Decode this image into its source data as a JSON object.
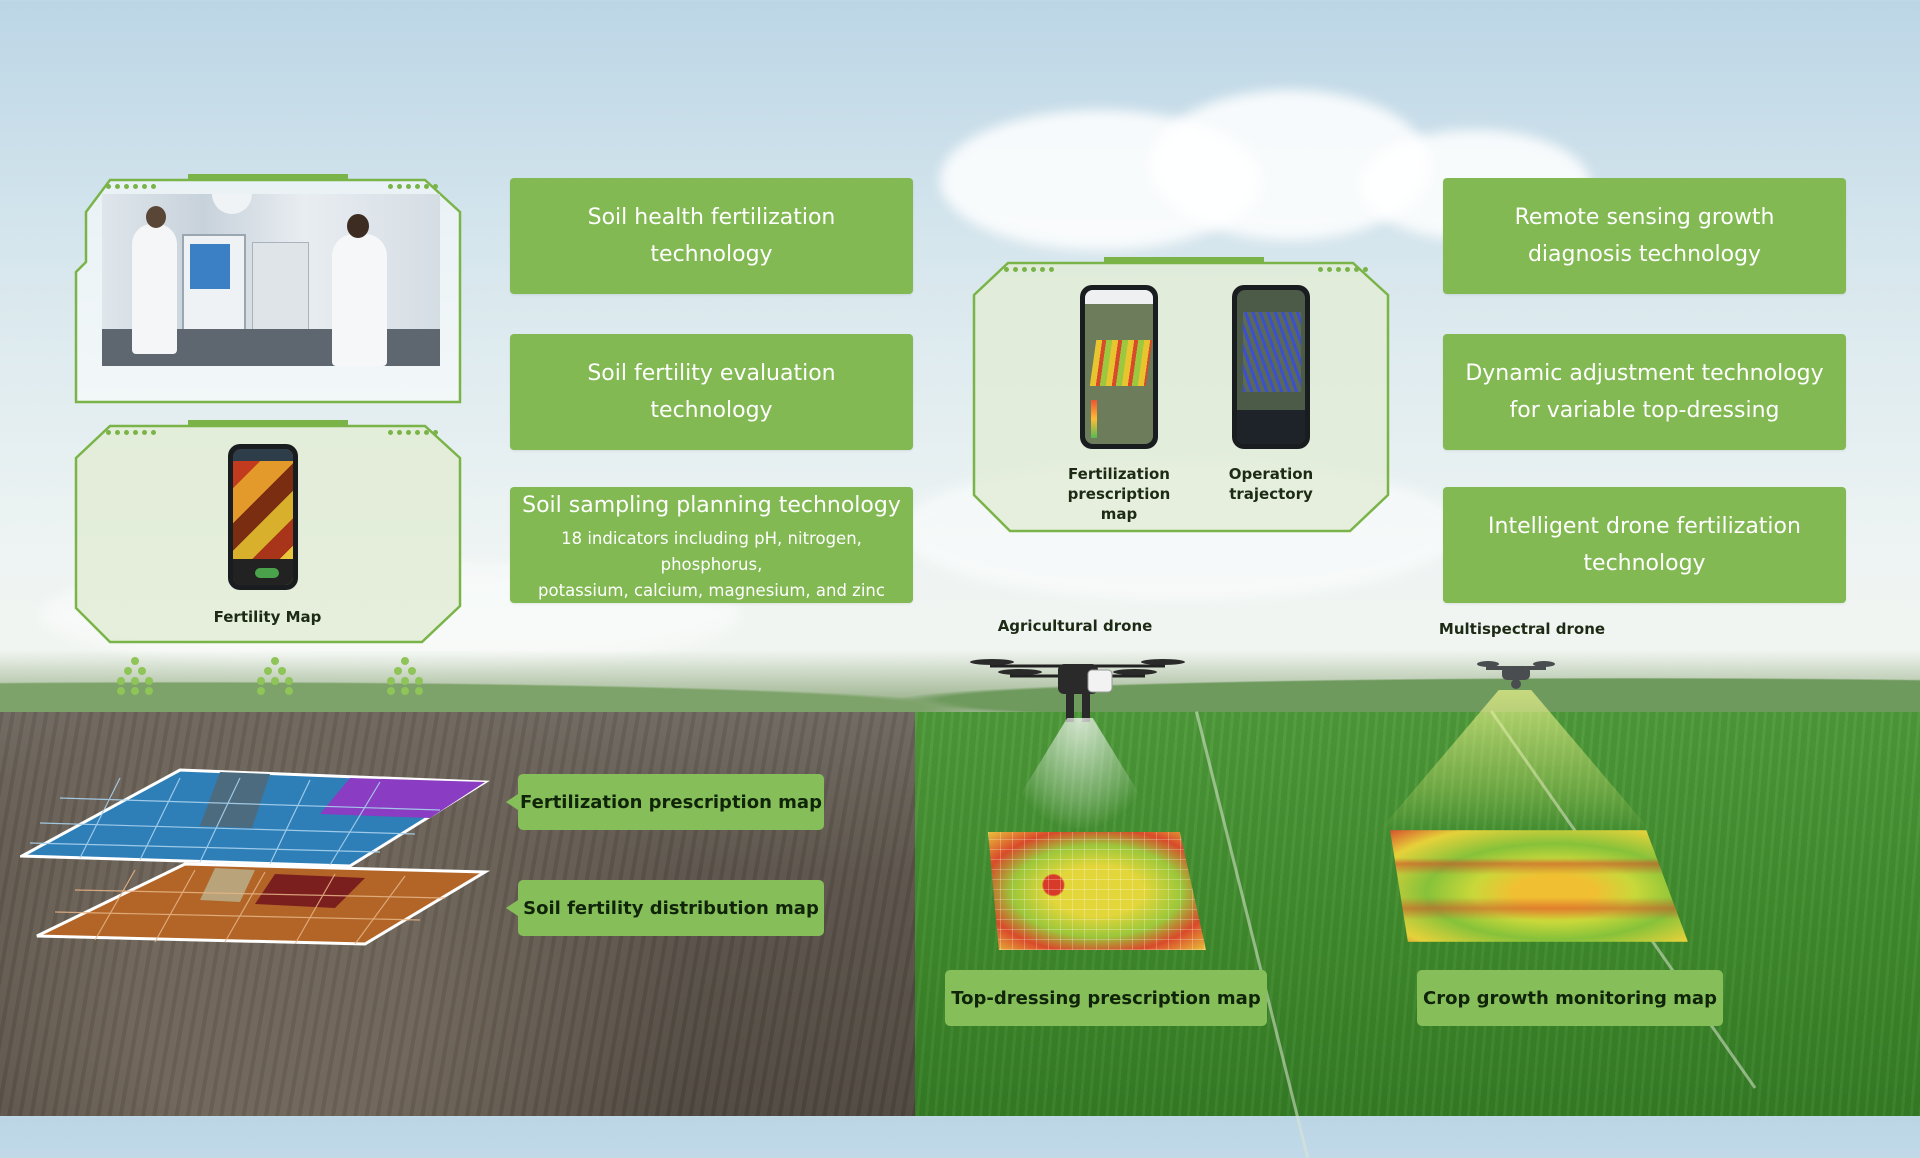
{
  "left_column": {
    "photo_alt": "lab",
    "fertility_map_label": "Fertility Map"
  },
  "middle_boxes": [
    {
      "title": "Soil health fertilization\ntechnology"
    },
    {
      "title": "Soil fertility evaluation\ntechnology"
    },
    {
      "title": "Soil sampling planning technology",
      "subtitle": "18 indicators including pH, nitrogen, phosphorus,\npotassium, calcium, magnesium, and zinc"
    }
  ],
  "center_panel": {
    "phone1_label": "Fertilization\nprescription map",
    "phone2_label": "Operation\ntrajectory"
  },
  "right_boxes": [
    {
      "title": "Remote sensing growth\ndiagnosis technology"
    },
    {
      "title": "Dynamic adjustment technology\nfor variable top-dressing"
    },
    {
      "title": "Intelligent drone fertilization\ntechnology"
    }
  ],
  "drones": {
    "agricultural": "Agricultural drone",
    "multispectral": "Multispectral drone"
  },
  "field_tags": {
    "fertilization_prescription": "Fertilization prescription map",
    "soil_fertility_distribution": "Soil fertility distribution map",
    "top_dressing_prescription": "Top-dressing prescription map",
    "crop_growth_monitoring": "Crop growth monitoring map"
  },
  "colors": {
    "box_green": "#82b953",
    "tag_green": "#86bf5a",
    "frame_green": "#7ab448"
  }
}
